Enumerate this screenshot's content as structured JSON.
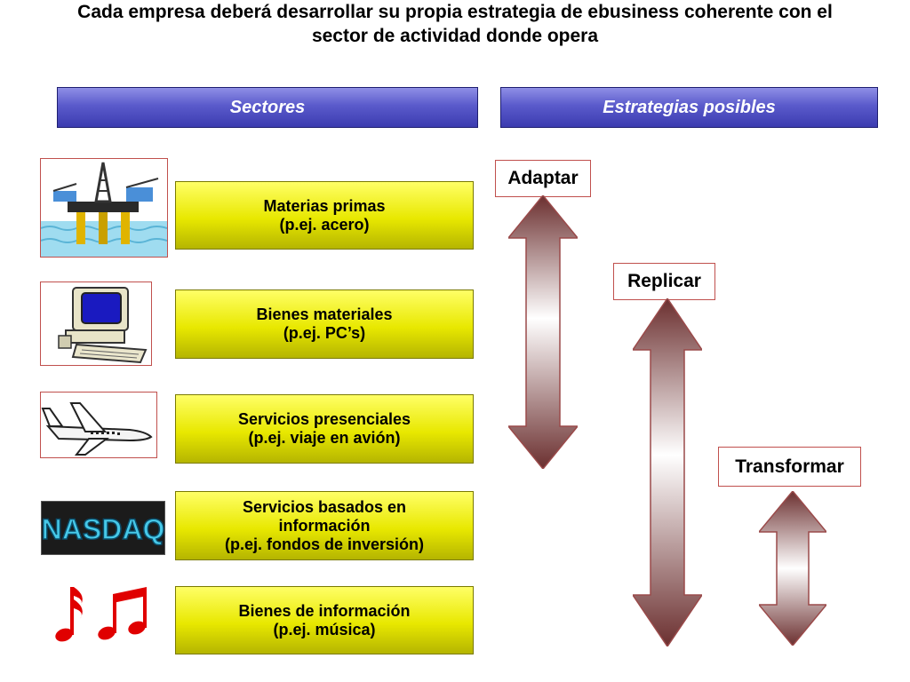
{
  "title": {
    "line1": "Cada empresa deberá desarrollar su propia estrategia de ebusiness coherente con el",
    "line2": "sector de actividad donde opera"
  },
  "headers": {
    "sectores": "Sectores",
    "estrategias": "Estrategias posibles"
  },
  "sectors": [
    {
      "line1": "Materias primas",
      "line2": "(p.ej. acero)",
      "icon": "oil-platform-icon"
    },
    {
      "line1": "Bienes materiales",
      "line2": "(p.ej. PC’s)",
      "icon": "computer-icon"
    },
    {
      "line1": "Servicios presenciales",
      "line2": "(p.ej. viaje en avión)",
      "icon": "airplane-icon"
    },
    {
      "line1": "Servicios basados en",
      "line2": "información",
      "line3": "(p.ej. fondos de inversión)",
      "icon": "nasdaq-logo"
    },
    {
      "line1": "Bienes de información",
      "line2": "(p.ej. música)",
      "icon": "music-notes-icon"
    }
  ],
  "nasdaq_logo_text": "NASDAQ",
  "strategies": {
    "adaptar": "Adaptar",
    "replicar": "Replicar",
    "transformar": "Transformar"
  },
  "colors": {
    "header_blue": "#5a5acb",
    "sector_yellow": "#e8e800",
    "arrow_dark": "#6b2f2f",
    "border_red": "#c0504d"
  }
}
